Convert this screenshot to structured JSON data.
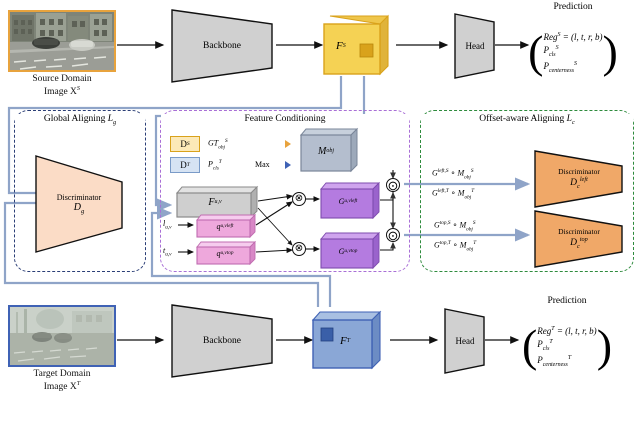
{
  "figure": {
    "title": "Domain Adaptive Object Detection Framework",
    "caption": ""
  },
  "colors": {
    "source_feature": "#F5D254",
    "source_feature_border": "#D9A21B",
    "target_feature": "#8AA7D6",
    "target_feature_border": "#3F62B5",
    "discriminator_global": "#FBDCC6",
    "discriminator_offset": "#F0A868",
    "backbone_gray": "#D0D0D0",
    "g_purple": "#B47BE0",
    "q_pink": "#EEA8DC",
    "m_obj_gray": "#B4BECE",
    "chip_source": "#FCE9B8",
    "chip_target": "#D6E3F3",
    "pipe_blue": "#8FA4C8",
    "group_global": "#2B3E76",
    "group_conditioning": "#A96FD6",
    "group_offset": "#2E8B3D"
  },
  "source_branch": {
    "image_label_line1": "Source Domain",
    "image_label_line2": "Image X",
    "image_label_sup": "S",
    "backbone_label": "Backbone",
    "feature_label": "F",
    "feature_sup": "S",
    "head_label": "Head",
    "prediction_title": "Prediction",
    "prediction_rows": [
      {
        "base": "Reg",
        "sup": "S",
        "tail": " = (l, t, r, b)"
      },
      {
        "base": "P",
        "sub": "cls",
        "sup": "S",
        "tail": ""
      },
      {
        "base": "P",
        "sub": "centerness",
        "sup": "S",
        "tail": ""
      }
    ]
  },
  "target_branch": {
    "image_label_line1": "Target Domain",
    "image_label_line2": "Image X",
    "image_label_sup": "T",
    "backbone_label": "Backbone",
    "feature_label": "F",
    "feature_sup": "T",
    "head_label": "Head",
    "prediction_title": "Prediction",
    "prediction_rows": [
      {
        "base": "Reg",
        "sup": "T",
        "tail": " = (l, t, r, b)"
      },
      {
        "base": "P",
        "sub": "cls",
        "sup": "T",
        "tail": ""
      },
      {
        "base": "P",
        "sub": "centerness",
        "sup": "T",
        "tail": ""
      }
    ]
  },
  "global_aligning": {
    "title_text": "Global Aligning ",
    "title_symbol": "L",
    "title_sub": "g",
    "discriminator_label": "Discriminator",
    "discriminator_symbol": "D",
    "discriminator_sub": "g"
  },
  "feature_conditioning": {
    "title": "Feature Conditioning",
    "legend": [
      {
        "chip": "D",
        "chip_sub": "S",
        "expr_base": "GT",
        "expr_sub": "obj",
        "expr_sup": "S"
      },
      {
        "chip": "D",
        "chip_sub": "T",
        "expr_base": "P",
        "expr_sub": "cls",
        "expr_sup": "T"
      }
    ],
    "max_label": "Max",
    "m_obj_base": "M",
    "m_obj_sub": "obj",
    "feature_base": "F",
    "feature_sub": "u,v",
    "inputs": [
      {
        "symbol": "l",
        "sub": "u,v"
      },
      {
        "symbol": "t",
        "sub": "u,v"
      }
    ],
    "q_blocks": [
      {
        "base": "q",
        "sub": "u,v",
        "sup": "left"
      },
      {
        "base": "q",
        "sub": "u,v",
        "sup": "top"
      }
    ],
    "g_blocks": [
      {
        "base": "G",
        "sub": "u,v",
        "sup": "left"
      },
      {
        "base": "G",
        "sub": "u,v",
        "sup": "top"
      }
    ],
    "operator_multiply": "⊗",
    "operator_hadamard": "⊙"
  },
  "offset_aligning": {
    "title_text": "Offset-aware Aligning ",
    "title_symbol": "L",
    "title_sub": "c",
    "formulas": [
      {
        "g_base": "G",
        "g_sup": "left,S",
        "op": " ∘ ",
        "m_base": "M",
        "m_sub": "obj",
        "m_sup": "S"
      },
      {
        "g_base": "G",
        "g_sup": "left,T",
        "op": " ∘ ",
        "m_base": "M",
        "m_sub": "obj",
        "m_sup": "T"
      },
      {
        "g_base": "G",
        "g_sup": "top,S",
        "op": " ∘ ",
        "m_base": "M",
        "m_sub": "obj",
        "m_sup": "S"
      },
      {
        "g_base": "G",
        "g_sup": "top,T",
        "op": " ∘ ",
        "m_base": "M",
        "m_sub": "obj",
        "m_sup": "T"
      }
    ],
    "discriminators": [
      {
        "label": "Discriminator",
        "symbol": "D",
        "sub": "c",
        "sup": "left"
      },
      {
        "label": "Discriminator",
        "symbol": "D",
        "sub": "c",
        "sup": "top"
      }
    ]
  }
}
